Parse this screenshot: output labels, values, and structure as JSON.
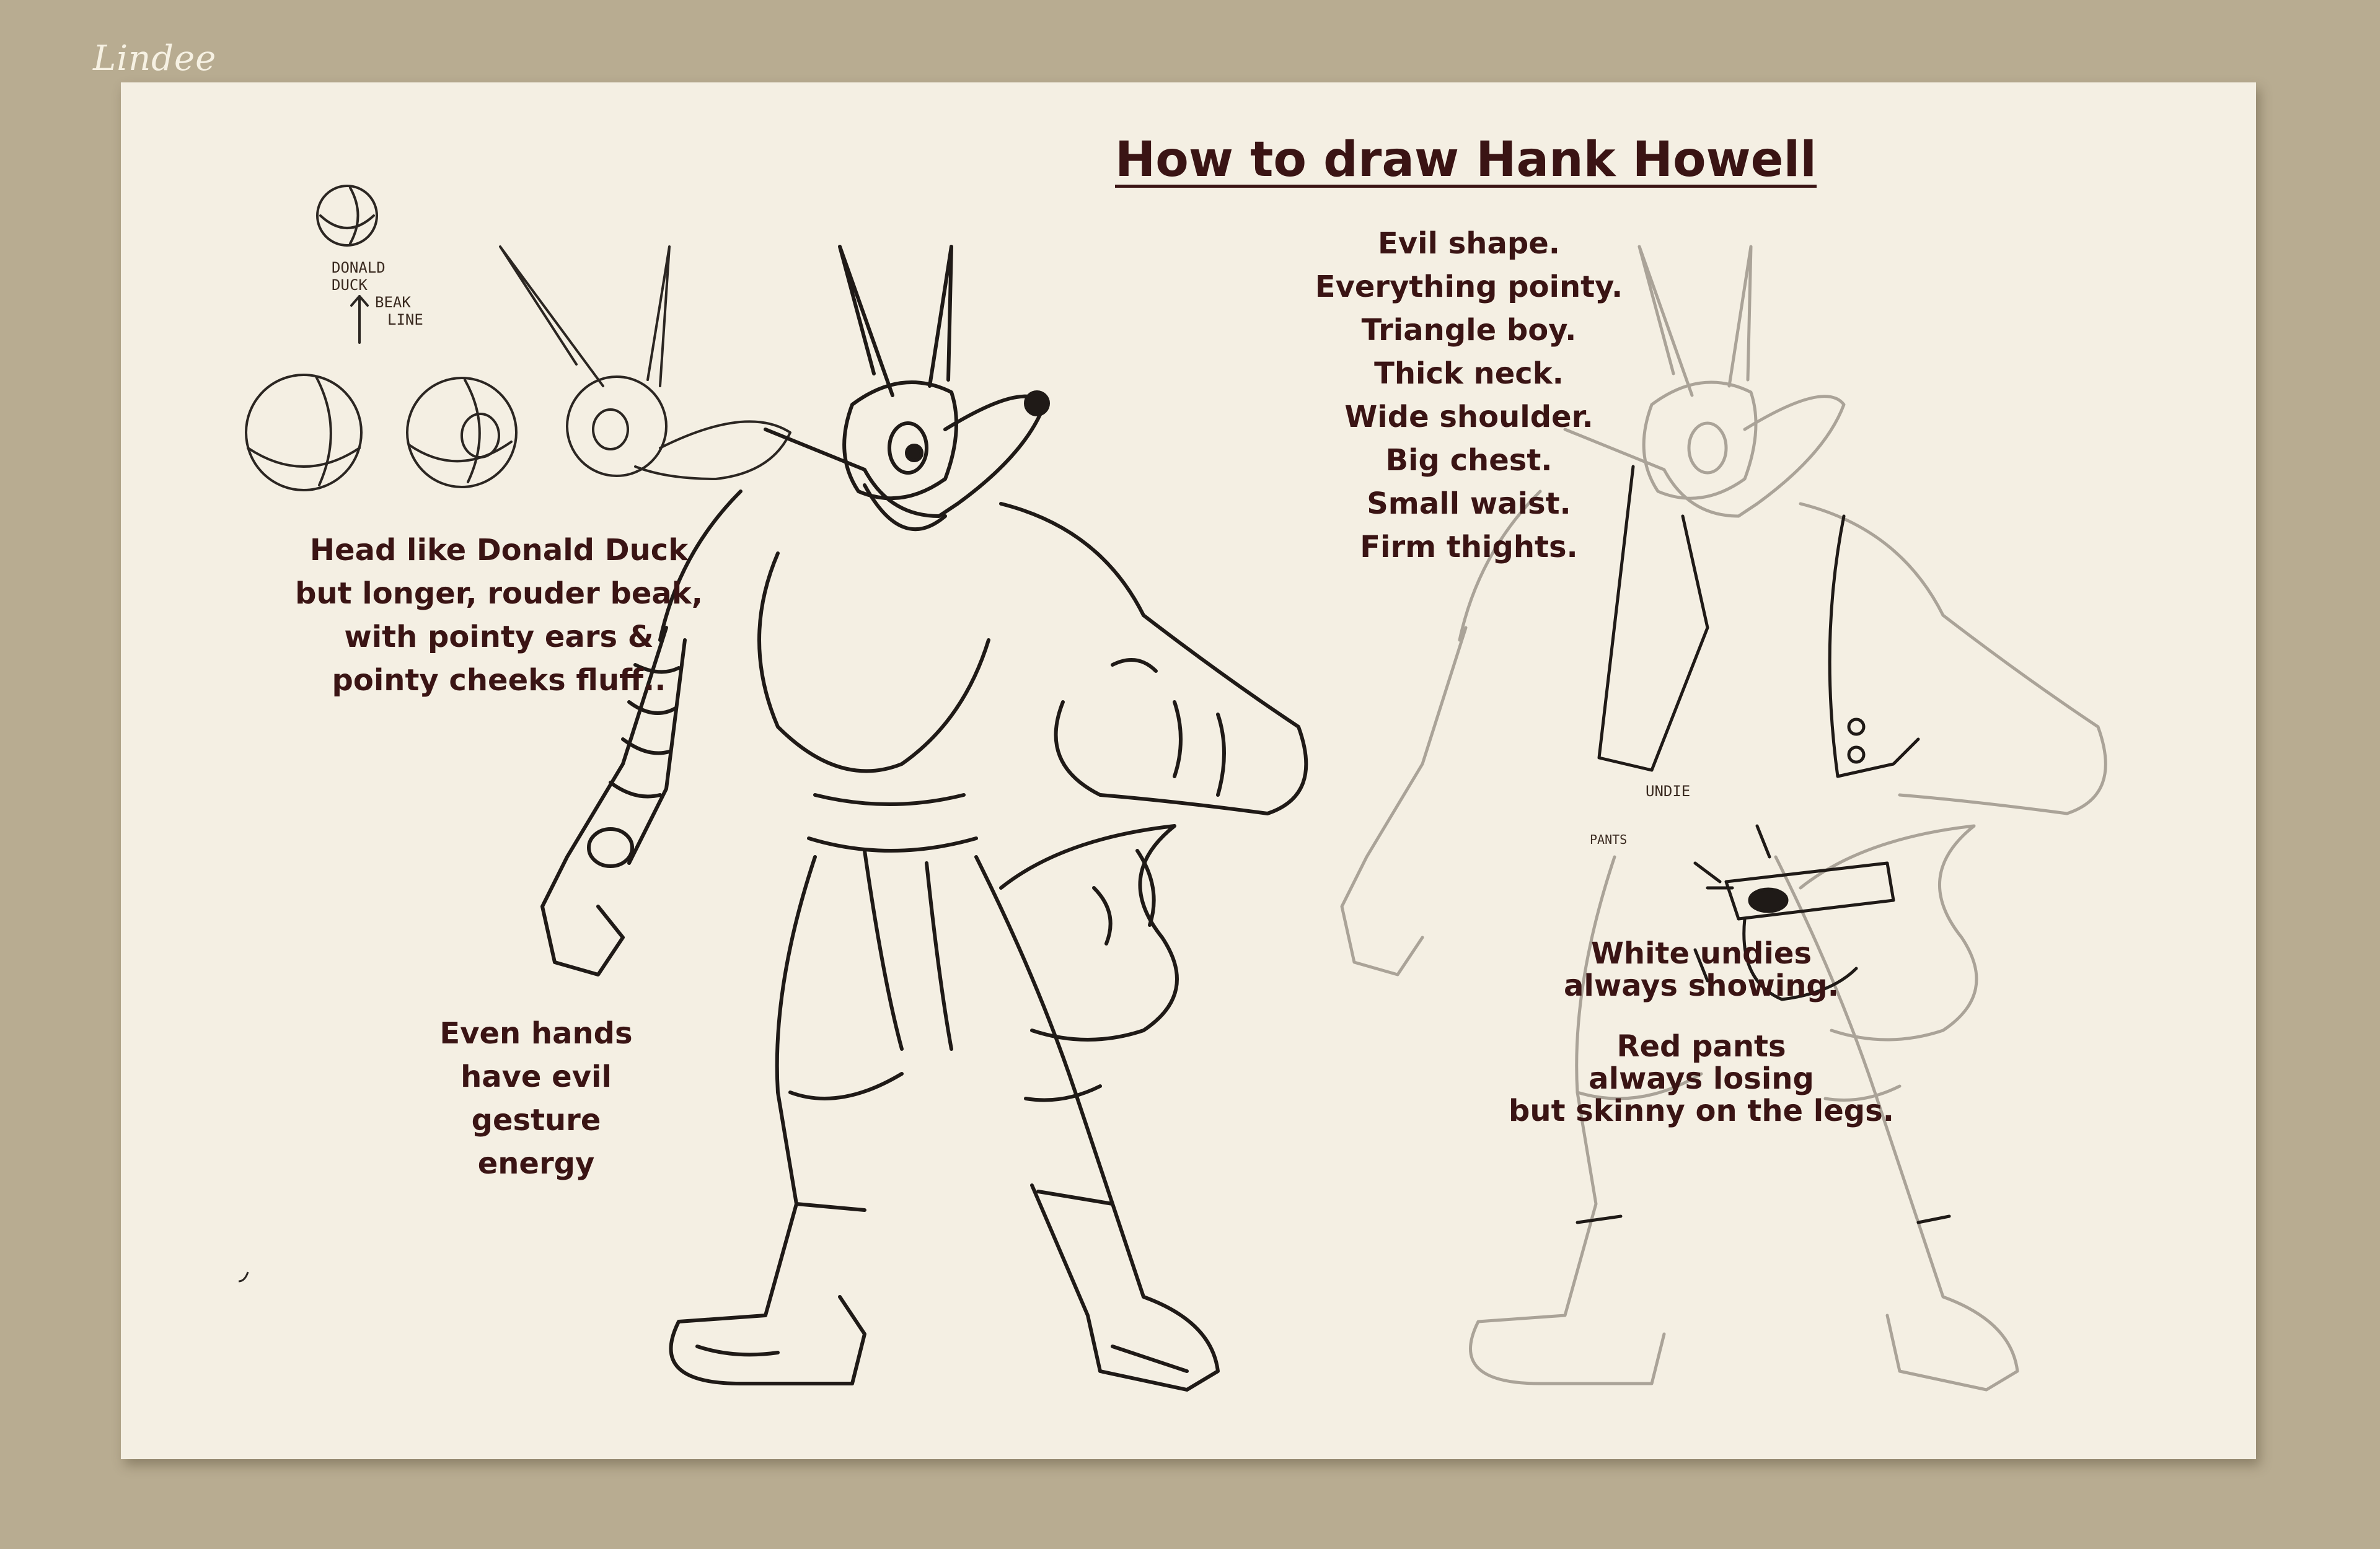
{
  "signature": "Lindee",
  "title": "How to draw Hank Howell",
  "head_note": {
    "lines": [
      "Head like Donald Duck",
      "but longer, rouder beak,",
      "with pointy ears &",
      "pointy cheeks fluff.."
    ]
  },
  "sketch_labels": {
    "beak_line": [
      "DONALD",
      "DUCK",
      "BEAK",
      "LINE"
    ],
    "undie": "UNDIE",
    "pants": "PANTS"
  },
  "shape_note": {
    "lines": [
      "Evil shape.",
      "Everything pointy.",
      "Triangle boy.",
      "Thick neck.",
      "Wide shoulder.",
      "Big chest.",
      "Small waist.",
      "Firm thights."
    ]
  },
  "hands_note": {
    "lines": [
      "Even hands",
      "have evil",
      "gesture",
      "energy"
    ]
  },
  "pants_note": {
    "undies": [
      "White undies",
      "always showing."
    ],
    "pants": [
      "Red pants",
      "always losing",
      "but skinny on the legs."
    ]
  }
}
